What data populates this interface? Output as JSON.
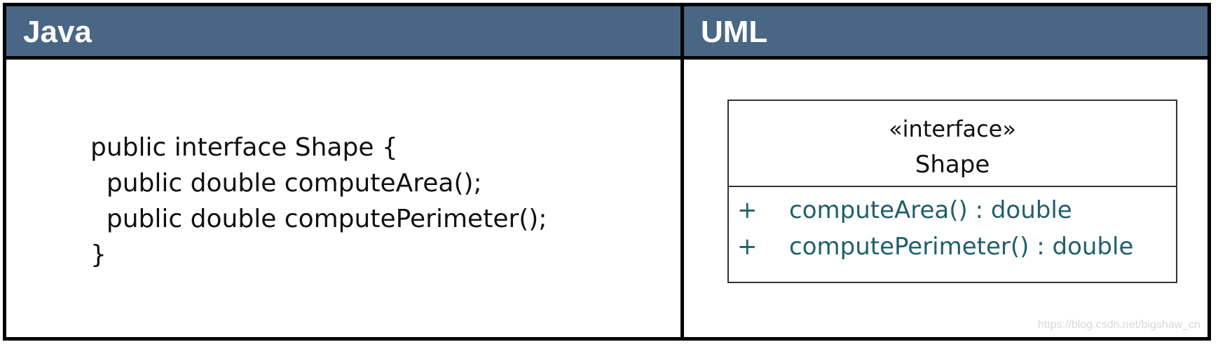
{
  "java": {
    "header": "Java",
    "code_lines": [
      "public interface Shape {",
      "  public double computeArea();",
      "  public double computePerimeter();",
      "}"
    ]
  },
  "uml": {
    "header": "UML",
    "stereotype": "«interface»",
    "class_name": "Shape",
    "operations": [
      {
        "visibility": "+",
        "signature": "computeArea() : double"
      },
      {
        "visibility": "+",
        "signature": "computePerimeter() : double"
      }
    ]
  },
  "watermark": "https://blog.csdn.net/bigshaw_cn",
  "colors": {
    "header_bg": "#4a6685",
    "header_text": "#ffffff",
    "operation_text": "#1f5f6b",
    "border": "#000000"
  }
}
